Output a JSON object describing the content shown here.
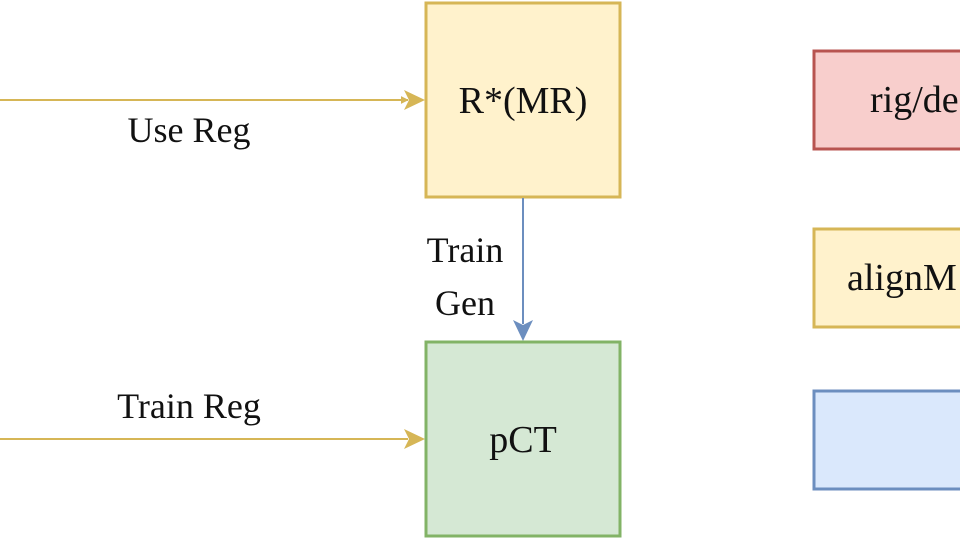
{
  "nodes": {
    "r_mr": {
      "label": "R*(MR)",
      "fill": "#FFF2CC",
      "stroke": "#D6B656"
    },
    "pct": {
      "label": "pCT",
      "fill": "#D5E8D4",
      "stroke": "#82B366"
    }
  },
  "edges": {
    "use_reg": {
      "label": "Use Reg",
      "color": "#D6B656"
    },
    "train_reg": {
      "label": "Train Reg",
      "color": "#D6B656"
    },
    "train_gen": {
      "label_line1": "Train",
      "label_line2": "Gen",
      "color": "#6C8EBF"
    }
  },
  "legend": {
    "items": [
      {
        "label": "rig/de",
        "fill": "#F8CECC",
        "stroke": "#B85450"
      },
      {
        "label": "alignM",
        "fill": "#FFF2CC",
        "stroke": "#D6B656"
      },
      {
        "label": "",
        "fill": "#DAE8FC",
        "stroke": "#6C8EBF"
      }
    ]
  }
}
